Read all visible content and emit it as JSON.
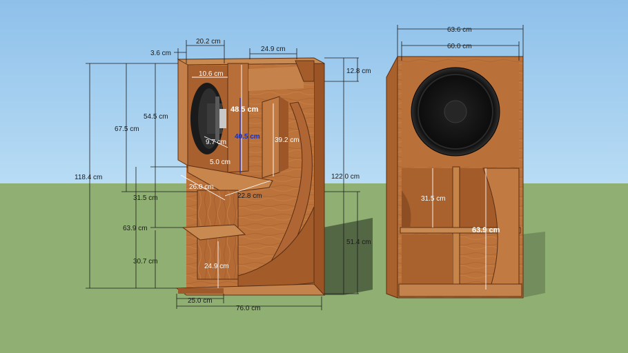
{
  "scene": {
    "sky_color": "#9cc8ec",
    "ground_color": "#8fb072",
    "wood_color": "#b86e38",
    "wood_dark": "#8a4a22",
    "wood_light": "#cf8a50",
    "driver_color": "#141414"
  },
  "left_cabinet": {
    "dims": {
      "top_lip": "3.6 cm",
      "driver_bay_width": "20.2 cm",
      "top_channel_width": "24.9 cm",
      "top_thickness": "12.8 cm",
      "driver_inset": "10.6 cm",
      "upper_height": "54.5 cm",
      "upper_total": "67.5 cm",
      "total_height": "118.4 cm",
      "inner_channel": "48.5 cm",
      "inner_channel_short": "40.5 cm",
      "driver_depth": "9.7 cm",
      "curved_panel": "39.2 cm",
      "small_label": "5.0 cm",
      "baffle_length": "26.0 cm",
      "throat": "22.8 cm",
      "mid_gap": "31.5 cm",
      "lower_height": "63.9 cm",
      "full_height": "122.0 cm",
      "mouth_height": "51.4 cm",
      "shelf_height": "30.7 cm",
      "bottom_gap": "24.9 cm",
      "foot_width": "25.0 cm",
      "total_depth": "76.0 cm"
    }
  },
  "right_cabinet": {
    "dims": {
      "outer_width": "63.6 cm",
      "inner_width": "60.0 cm",
      "left_chamber": "31.5 cm",
      "right_chamber": "63.9 cm"
    }
  }
}
